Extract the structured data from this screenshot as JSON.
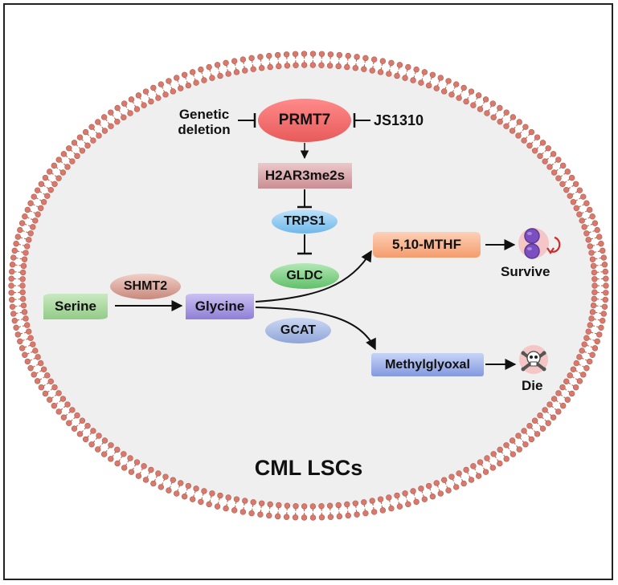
{
  "nodes": {
    "genetic_deletion_line1": "Genetic",
    "genetic_deletion_line2": "deletion",
    "prmt7": "PRMT7",
    "js1310": "JS1310",
    "h2ar3me2s": "H2AR3me2s",
    "trps1": "TRPS1",
    "gldc": "GLDC",
    "mthf": "5,10-MTHF",
    "survive": "Survive",
    "serine": "Serine",
    "shmt2": "SHMT2",
    "glycine": "Glycine",
    "gcat": "GCAT",
    "methylglyoxal": "Methylglyoxal",
    "die": "Die"
  },
  "cell_label": "CML LSCs",
  "icons": {
    "survive": "dividing-cell-icon",
    "die": "skull-crossbones-icon"
  },
  "colors": {
    "membrane": "#c86a5e",
    "membrane_head": "#d9796c",
    "cell_fill": "#efefef",
    "prmt7": "#f26b6b",
    "h2ar3me2s": "#d9a9ac",
    "trps1": "#8cc8ef",
    "gldc": "#7fcf86",
    "mthf": "#f9b28c",
    "serine": "#a8d69d",
    "shmt2": "#d9a79d",
    "glycine": "#a99be0",
    "gcat": "#a7b9e0",
    "methylglyoxal": "#a3b5ec"
  }
}
